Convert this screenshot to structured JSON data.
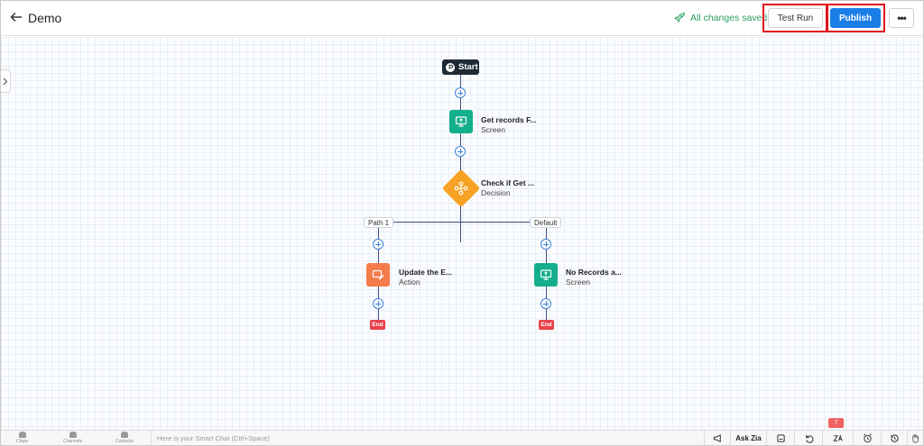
{
  "header": {
    "title": "Demo",
    "saved_status": "All changes saved",
    "test_run_label": "Test Run",
    "publish_label": "Publish",
    "more_label": "•••"
  },
  "flow": {
    "start_label": "Start",
    "nodes": [
      {
        "title": "Get records F...",
        "type": "Screen"
      },
      {
        "title": "Check if Get ...",
        "type": "Decision"
      },
      {
        "title": "Update the E...",
        "type": "Action"
      },
      {
        "title": "No Records a...",
        "type": "Screen"
      }
    ],
    "paths": [
      "Path 1",
      "Default"
    ],
    "end_label": "End"
  },
  "bottombar": {
    "items": [
      "Chats",
      "Channels",
      "Contacts"
    ],
    "smartchat_placeholder": "Here is your Smart Chat (Ctrl+Space)",
    "ask_zia": "Ask Zia",
    "notification_count": "7"
  },
  "colors": {
    "publish": "#1a7ee6",
    "saved": "#2a9d5c",
    "highlight": "#e0141e",
    "screen_node": "#13ae8c",
    "decision_node": "#f7a224",
    "action_node": "#f47b4a",
    "end": "#e9424b",
    "start": "#1f2a36",
    "connector": "#3b4e85"
  },
  "icons": {
    "back": "arrow-left-icon",
    "saved": "rocket-icon",
    "screen": "monitor-icon",
    "decision": "branch-icon",
    "action": "edit-record-icon"
  }
}
